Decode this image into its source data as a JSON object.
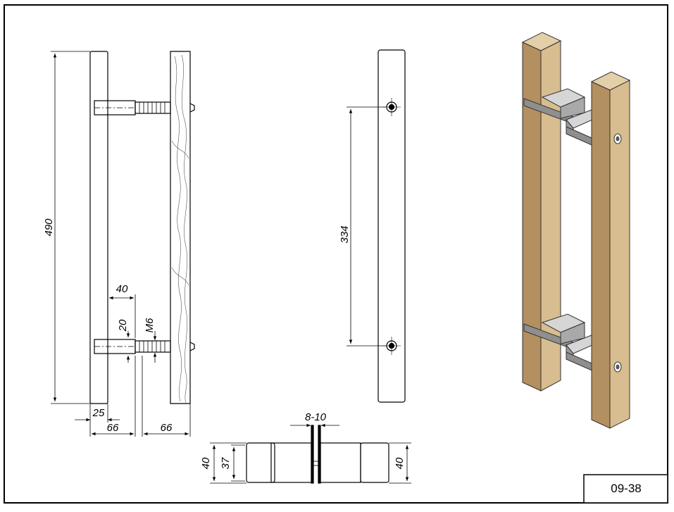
{
  "drawing": {
    "code": "09-38",
    "dimensions": {
      "overall_length": "490",
      "hole_spacing": "334",
      "standoff": "40",
      "standoff_diameter": "20",
      "thread": "M6",
      "bar_width": "25",
      "side_depth_left": "66",
      "side_depth_right": "66",
      "door_thickness": "8-10",
      "section_left_outer": "40",
      "section_left_inner": "37",
      "section_right": "40"
    }
  },
  "colors": {
    "line": "#000000",
    "wood_light": "#dcc39a",
    "wood_dark": "#b08a5c",
    "metal": "#b9b9b9"
  }
}
